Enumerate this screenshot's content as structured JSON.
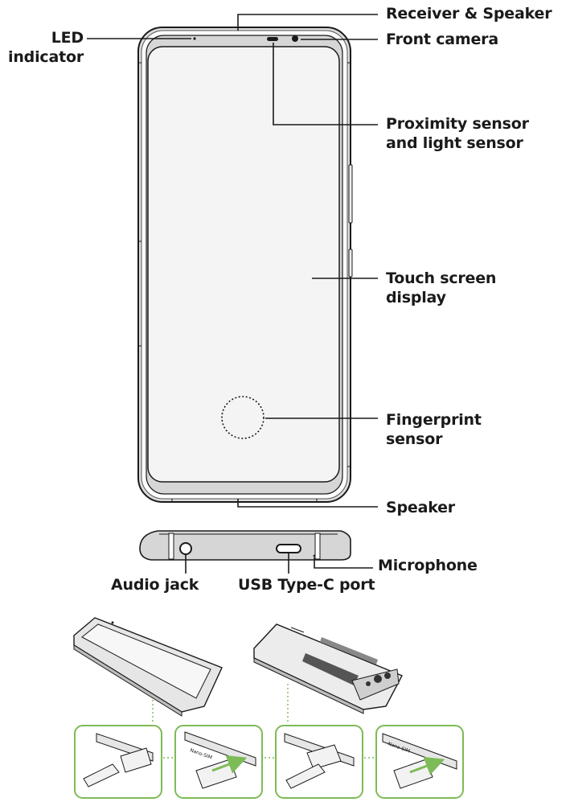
{
  "labels": {
    "receiver_speaker": "Receiver & Speaker",
    "front_camera": "Front camera",
    "led_line1": "LED",
    "led_line2": "indicator",
    "proximity_line1": "Proximity sensor",
    "proximity_line2": "and light sensor",
    "touch_line1": "Touch screen",
    "touch_line2": "display",
    "fingerprint_line1": "Fingerprint",
    "fingerprint_line2": "sensor",
    "speaker": "Speaker",
    "microphone": "Microphone",
    "audio_jack": "Audio jack",
    "usb_port": "USB Type-C port"
  },
  "sim_card_label": "Nano-SIM",
  "colors": {
    "line": "#1a1a1a",
    "phone_body": "#d9d9d9",
    "screen": "#f4f4f4",
    "callout_green": "#7dbb57"
  }
}
